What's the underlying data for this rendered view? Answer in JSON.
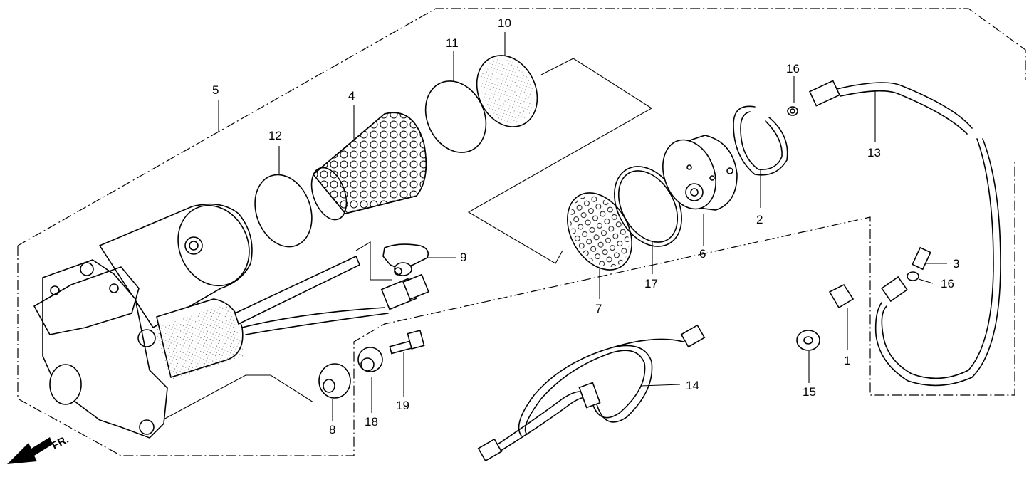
{
  "diagram": {
    "front_marker": "FR.",
    "callouts": {
      "c1": "1",
      "c2": "2",
      "c3": "3",
      "c4": "4",
      "c5": "5",
      "c6": "6",
      "c7": "7",
      "c8": "8",
      "c9": "9",
      "c10": "10",
      "c11": "11",
      "c12": "12",
      "c13": "13",
      "c14": "14",
      "c15": "15",
      "c16a": "16",
      "c16b": "16",
      "c17": "17",
      "c18": "18",
      "c19": "19"
    }
  }
}
